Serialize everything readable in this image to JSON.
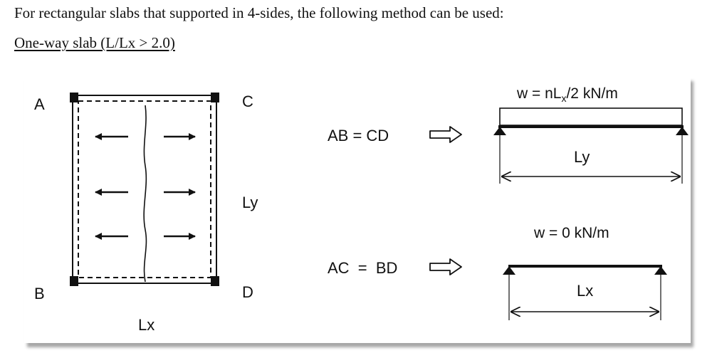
{
  "text": {
    "intro": "For rectangular slabs that supported in 4-sides, the following method can be used:",
    "subheading": "One-way slab (L/Lx > 2.0)"
  },
  "figure": {
    "slab_plan": {
      "corner_a": "A",
      "corner_b": "B",
      "corner_c": "C",
      "corner_d": "D",
      "long_span_label": "Ly",
      "short_span_label": "Lx"
    },
    "long_beam": {
      "equation": "AB = CD",
      "load_prefix": "w = nL",
      "load_subscript": "x",
      "load_suffix": "/2 kN/m",
      "span_label": "Ly"
    },
    "short_beam": {
      "equation": "AC  =  BD",
      "load": "w = 0 kN/m",
      "span_label": "Lx"
    }
  }
}
